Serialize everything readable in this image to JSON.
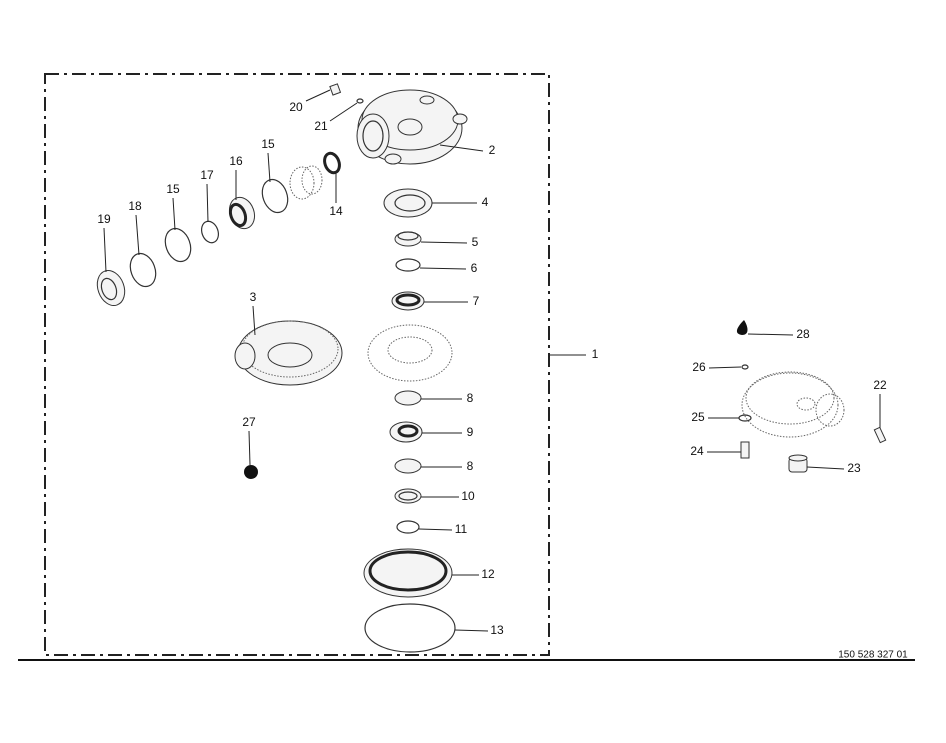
{
  "drawing_number": "150 528 327 01",
  "callouts": {
    "c1": "1",
    "c2": "2",
    "c3": "3",
    "c4": "4",
    "c5": "5",
    "c6": "6",
    "c7": "7",
    "c8a": "8",
    "c8b": "8",
    "c9": "9",
    "c10": "10",
    "c11": "11",
    "c12": "12",
    "c13": "13",
    "c14": "14",
    "c15a": "15",
    "c15b": "15",
    "c16": "16",
    "c17": "17",
    "c18": "18",
    "c19": "19",
    "c20": "20",
    "c21": "21",
    "c22": "22",
    "c23": "23",
    "c24": "24",
    "c25": "25",
    "c26": "26",
    "c27": "27",
    "c28": "28"
  }
}
